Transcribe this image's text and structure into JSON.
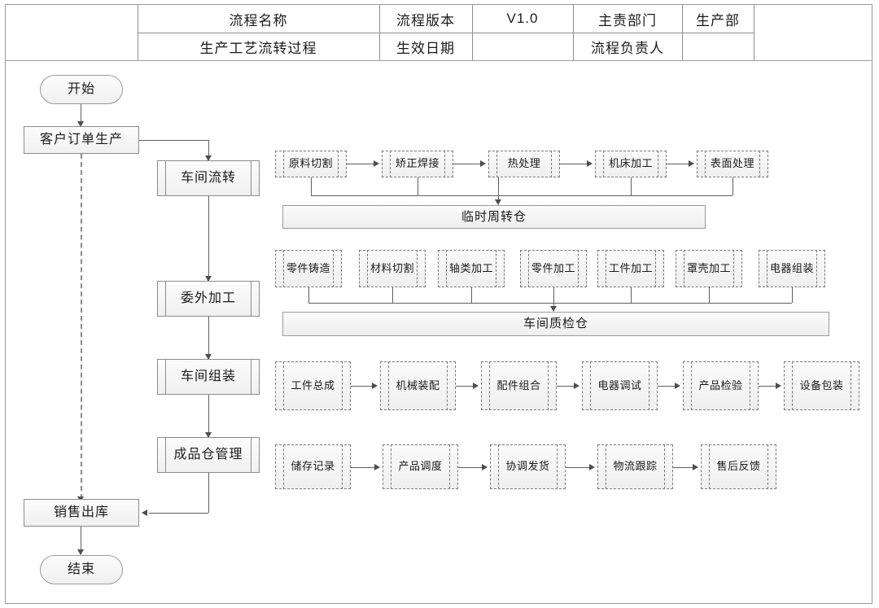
{
  "header": {
    "columns": [
      {
        "label": "",
        "name": "blank-left"
      },
      {
        "label": "流程名称",
        "name": "process-name-label"
      },
      {
        "label": "流程版本",
        "name": "process-version-label"
      },
      {
        "label": "V1.0",
        "name": "process-version-value"
      },
      {
        "label": "主责部门",
        "name": "owner-dept-label"
      },
      {
        "label": "生产部",
        "name": "owner-dept-value"
      },
      {
        "label": "",
        "name": "blank-right"
      }
    ],
    "row1": {
      "c1": "",
      "c2": "流程名称",
      "c3": "流程版本",
      "c4": "V1.0",
      "c5": "主责部门",
      "c6": "生产部",
      "c7": ""
    },
    "row2": {
      "c1": "",
      "c2": "生产工艺流转过程",
      "c3": "生效日期",
      "c4": "",
      "c5": "流程负责人",
      "c6": "",
      "c7": ""
    }
  },
  "flow": {
    "start": "开始",
    "end": "结束",
    "order_production": "客户订单生产",
    "sales_outbound": "销售出库",
    "stages": [
      {
        "label": "车间流转"
      },
      {
        "label": "委外加工"
      },
      {
        "label": "车间组装"
      },
      {
        "label": "成品仓管理"
      }
    ],
    "row1_steps": [
      "原料切割",
      "矫正焊接",
      "热处理",
      "机床加工",
      "表面处理"
    ],
    "row1_store": "临时周转仓",
    "row2_steps": [
      "零件铸造",
      "材料切割",
      "轴类加工",
      "零件加工",
      "工件加工",
      "罩壳加工",
      "电器组装"
    ],
    "row2_store": "车间质检仓",
    "row3_steps": [
      "工件总成",
      "机械装配",
      "配件组合",
      "电器调试",
      "产品检验",
      "设备包装"
    ],
    "row4_steps": [
      "储存记录",
      "产品调度",
      "协调发货",
      "物流跟踪",
      "售后反馈"
    ]
  },
  "chart_data": {
    "type": "diagram",
    "title": "生产工艺流转过程",
    "nodes": [
      {
        "id": "start",
        "label": "开始",
        "shape": "terminator"
      },
      {
        "id": "order",
        "label": "客户订单生产",
        "shape": "process"
      },
      {
        "id": "s1",
        "label": "车间流转",
        "shape": "predefined-process"
      },
      {
        "id": "s2",
        "label": "委外加工",
        "shape": "predefined-process"
      },
      {
        "id": "s3",
        "label": "车间组装",
        "shape": "predefined-process"
      },
      {
        "id": "s4",
        "label": "成品仓管理",
        "shape": "predefined-process"
      },
      {
        "id": "out",
        "label": "销售出库",
        "shape": "process"
      },
      {
        "id": "end",
        "label": "结束",
        "shape": "terminator"
      }
    ],
    "edges": [
      {
        "from": "start",
        "to": "order"
      },
      {
        "from": "order",
        "to": "s1"
      },
      {
        "from": "s1",
        "to": "s2"
      },
      {
        "from": "s2",
        "to": "s3"
      },
      {
        "from": "s3",
        "to": "s4"
      },
      {
        "from": "s4",
        "to": "out"
      },
      {
        "from": "order",
        "to": "out",
        "style": "dashed"
      },
      {
        "from": "out",
        "to": "end"
      }
    ]
  },
  "colors": {
    "line": "#5f5f5f",
    "border": "#8c8c8c",
    "fill_top": "#fcfcfc",
    "fill_bottom": "#f0f0f0",
    "text": "#1a1a1a"
  }
}
